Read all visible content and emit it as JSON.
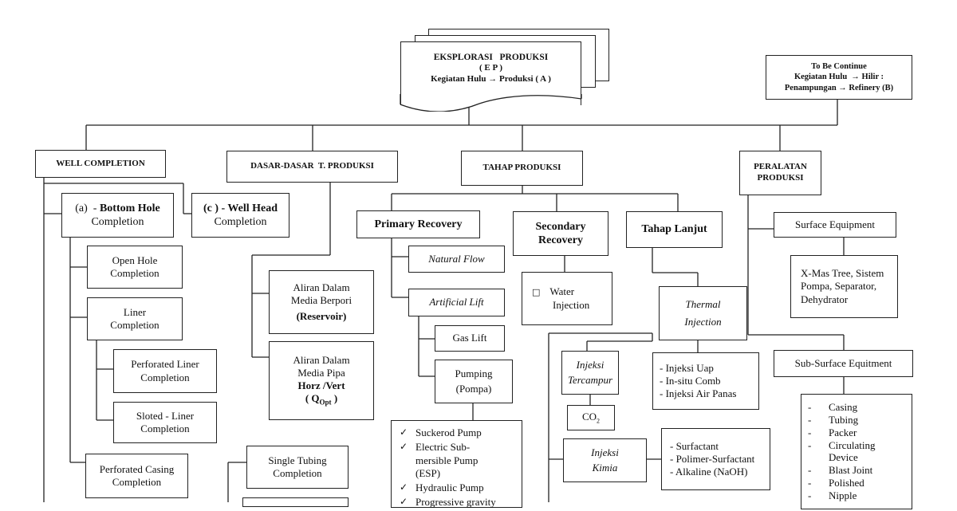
{
  "header": {
    "line1": "EKSPLORASI   PRODUKSI",
    "line2": "( E P )",
    "line3": "Kegiatan Hulu → Produksi ( A )"
  },
  "continue_box": {
    "line1": "To Be Continue",
    "line2": "Kegiatan Hulu  → Hilir :",
    "line3": "Penampungan → Refinery (B)"
  },
  "well_completion": {
    "title": "WELL COMPLETION",
    "bottom_hole_prefix": "(a)  - ",
    "bottom_hole_bold": "Bottom Hole",
    "bottom_hole_sub": "Completion",
    "well_head_prefix": "(c ) - ",
    "well_head_bold": "Well Head",
    "well_head_sub": "Completion",
    "open_hole": [
      "Open Hole",
      "Completion"
    ],
    "liner": [
      "Liner",
      "Completion"
    ],
    "perforated_liner": [
      "Perforated Liner",
      "Completion"
    ],
    "sloted_liner": [
      "Sloted - Liner",
      "Completion"
    ],
    "perforated_casing": [
      "Perforated Casing",
      "Completion"
    ],
    "single_tubing": [
      "Single Tubing",
      "Completion"
    ]
  },
  "dasar": {
    "title": "DASAR-DASAR  T. PRODUKSI",
    "aliran_berpori": [
      "Aliran Dalam",
      "Media Berpori"
    ],
    "reservoir": "(Reservoir)",
    "aliran_pipa": [
      "Aliran Dalam",
      "Media Pipa"
    ],
    "horz_vert": "Horz /Vert",
    "qopt_open": "( Q",
    "qopt_sub": "Opt",
    "qopt_close": " )"
  },
  "tahap": {
    "title": "TAHAP PRODUKSI",
    "primary": "Primary Recovery",
    "natural_flow": "Natural Flow",
    "artificial_lift": "Artificial Lift",
    "gas_lift": "Gas Lift",
    "pumping": [
      "Pumping",
      "(Pompa)"
    ],
    "pumps": [
      "Suckerod Pump",
      "Electric Sub-mersible Pump (ESP)",
      "Hydraulic Pump",
      "Progressive gravity"
    ],
    "secondary": [
      "Secondary",
      "Recovery"
    ],
    "water_injection": [
      "Water",
      "Injection"
    ],
    "tahap_lanjut": "Tahap Lanjut",
    "thermal": [
      "Thermal",
      "Injection"
    ],
    "thermal_items": [
      "- Injeksi Uap",
      "- In-situ Comb",
      "- Injeksi Air Panas"
    ],
    "tercampur": [
      "Injeksi",
      "Tercampur"
    ],
    "co2": "CO",
    "co2_sub": "2",
    "kimia": [
      "Injeksi",
      "Kimia"
    ],
    "kimia_items": [
      "- Surfactant",
      "- Polimer-Surfactant",
      "- Alkaline (NaOH)"
    ]
  },
  "peralatan": {
    "title": [
      "PERALATAN",
      "PRODUKSI"
    ],
    "surface": "Surface Equipment",
    "surface_items": "X-Mas Tree, Sistem Pompa, Separator, Dehydrator",
    "subsurface": "Sub-Surface Equitment",
    "subsurface_items": [
      "Casing",
      "Tubing",
      "Packer",
      "Circulating Device",
      "Blast Joint",
      "Polished",
      "Nipple"
    ]
  }
}
